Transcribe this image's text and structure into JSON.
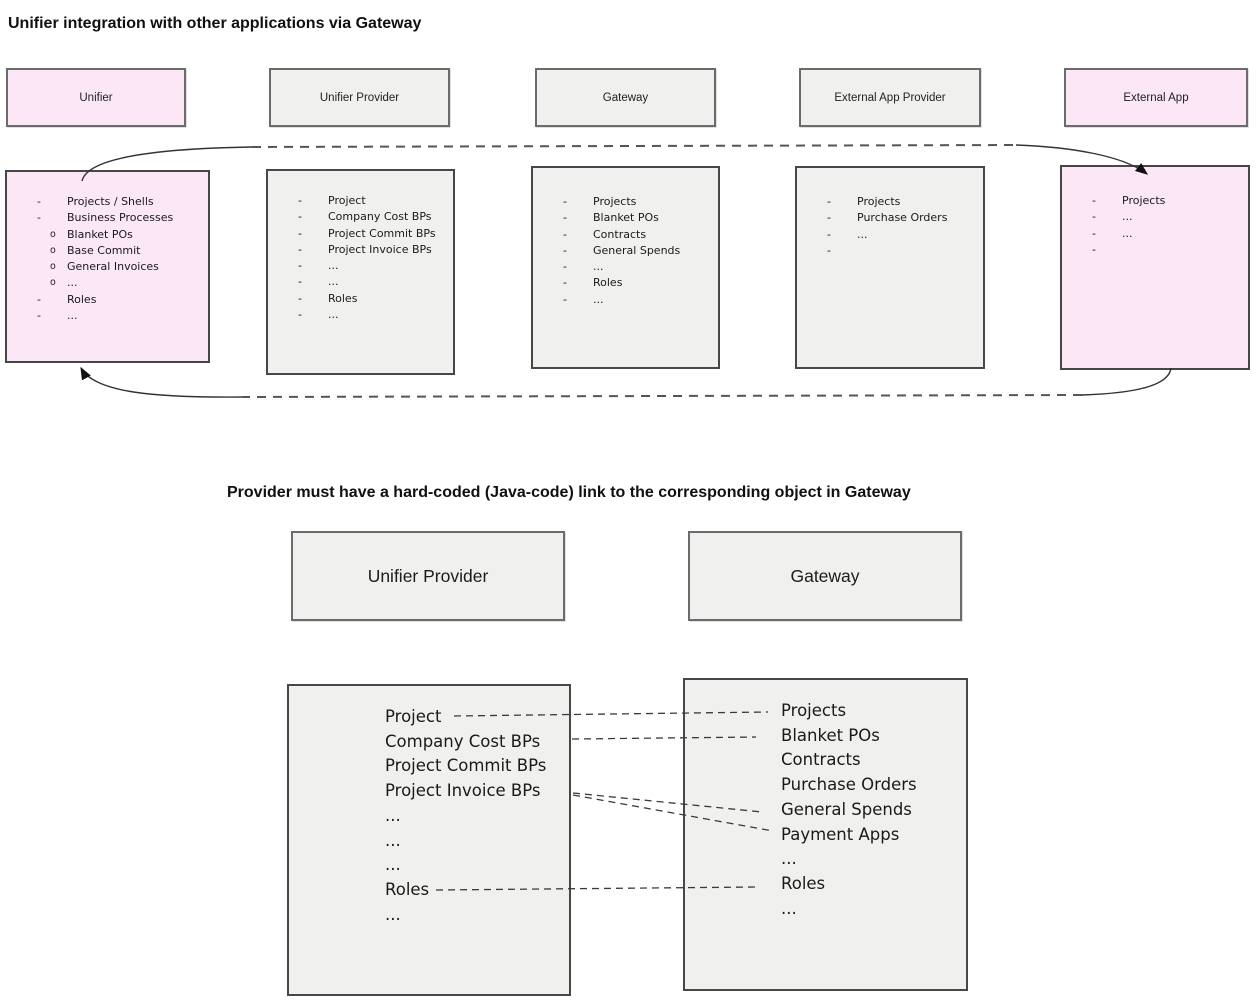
{
  "section1": {
    "title": "Unifier integration with other applications via Gateway",
    "columns": [
      {
        "header": "Unifier",
        "accent": "pink",
        "items": [
          {
            "m": "-",
            "t": "Projects / Shells",
            "lvl": 1
          },
          {
            "m": "-",
            "t": "Business Processes",
            "lvl": 1
          },
          {
            "m": "o",
            "t": "Blanket POs",
            "lvl": 2
          },
          {
            "m": "o",
            "t": "Base Commit",
            "lvl": 2
          },
          {
            "m": "o",
            "t": "General Invoices",
            "lvl": 2
          },
          {
            "m": "o",
            "t": "...",
            "lvl": 2
          },
          {
            "m": "-",
            "t": "Roles",
            "lvl": 1
          },
          {
            "m": "-",
            "t": "...",
            "lvl": 1
          }
        ]
      },
      {
        "header": "Unifier Provider",
        "accent": "gray",
        "items": [
          {
            "m": "-",
            "t": "Project",
            "lvl": 1
          },
          {
            "m": "-",
            "t": "Company Cost BPs",
            "lvl": 1
          },
          {
            "m": "-",
            "t": "Project Commit BPs",
            "lvl": 1
          },
          {
            "m": "-",
            "t": "Project Invoice BPs",
            "lvl": 1
          },
          {
            "m": "-",
            "t": "...",
            "lvl": 1
          },
          {
            "m": "-",
            "t": "...",
            "lvl": 1
          },
          {
            "m": "-",
            "t": "Roles",
            "lvl": 1
          },
          {
            "m": "-",
            "t": "...",
            "lvl": 1
          }
        ]
      },
      {
        "header": "Gateway",
        "accent": "gray",
        "items": [
          {
            "m": "-",
            "t": "Projects",
            "lvl": 1
          },
          {
            "m": "-",
            "t": "Blanket POs",
            "lvl": 1
          },
          {
            "m": "-",
            "t": "Contracts",
            "lvl": 1
          },
          {
            "m": "-",
            "t": "General Spends",
            "lvl": 1
          },
          {
            "m": "-",
            "t": "...",
            "lvl": 1
          },
          {
            "m": "-",
            "t": "Roles",
            "lvl": 1
          },
          {
            "m": "-",
            "t": "...",
            "lvl": 1
          }
        ]
      },
      {
        "header": "External App Provider",
        "accent": "gray",
        "items": [
          {
            "m": "-",
            "t": "Projects",
            "lvl": 1
          },
          {
            "m": "-",
            "t": "Purchase Orders",
            "lvl": 1
          },
          {
            "m": "-",
            "t": "...",
            "lvl": 1
          },
          {
            "m": "-",
            "t": "",
            "lvl": 1
          }
        ]
      },
      {
        "header": "External App",
        "accent": "pink",
        "items": [
          {
            "m": "-",
            "t": "Projects",
            "lvl": 1
          },
          {
            "m": "-",
            "t": "...",
            "lvl": 1
          },
          {
            "m": "-",
            "t": "...",
            "lvl": 1
          },
          {
            "m": "-",
            "t": "",
            "lvl": 1
          }
        ]
      }
    ],
    "arrows": [
      {
        "from": "Unifier",
        "to": "External App",
        "style": "dashed-curved"
      },
      {
        "from": "External App",
        "to": "Unifier",
        "style": "dashed-curved"
      }
    ]
  },
  "section2": {
    "title": "Provider must have a hard-coded (Java-code) link to the corresponding object in Gateway",
    "left": {
      "header": "Unifier Provider",
      "items": [
        "Project",
        "Company Cost BPs",
        "Project Commit BPs",
        "Project Invoice BPs",
        "...",
        "...",
        "...",
        "Roles",
        "..."
      ]
    },
    "right": {
      "header": "Gateway",
      "items": [
        "Projects",
        "Blanket POs",
        "Contracts",
        "Purchase Orders",
        "General Spends",
        "Payment Apps",
        "...",
        "Roles",
        "..."
      ]
    },
    "links": [
      {
        "from": "Project",
        "to": "Projects"
      },
      {
        "from": "Company Cost BPs",
        "to": "Blanket POs"
      },
      {
        "from": "Project Invoice BPs",
        "to": "General Spends"
      },
      {
        "from": "Project Invoice BPs",
        "to": "Payment Apps"
      },
      {
        "from": "Roles",
        "to": "Roles"
      }
    ]
  },
  "colors": {
    "pink": "#fbe7f6",
    "gray": "#f0f0ef",
    "hdr-border": "#6b6b6b",
    "box-border": "#474747",
    "line": "#3a3a3a"
  }
}
